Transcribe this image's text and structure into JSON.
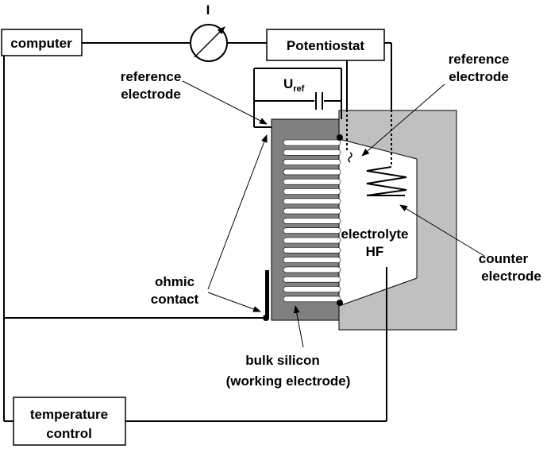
{
  "boxes": {
    "computer": "computer",
    "potentiostat": "Potentiostat",
    "temperature_control": [
      "temperature",
      "control"
    ]
  },
  "meter_label": "I",
  "uref": {
    "main": "U",
    "sub": "ref"
  },
  "labels": {
    "reference_electrode_left": [
      "reference",
      "electrode"
    ],
    "reference_electrode_right": [
      "reference",
      "electrode"
    ],
    "counter_electrode": [
      "counter",
      "electrode"
    ],
    "ohmic_contact": [
      "ohmic",
      "contact"
    ],
    "electrolyte": [
      "electrolyte",
      "HF"
    ],
    "bulk_silicon": [
      "bulk silicon",
      "(working electrode)"
    ]
  },
  "colors": {
    "silicon": "#808080",
    "cell": "#c0c0c0",
    "electrolyte": "#ffffff",
    "line": "#000000"
  }
}
